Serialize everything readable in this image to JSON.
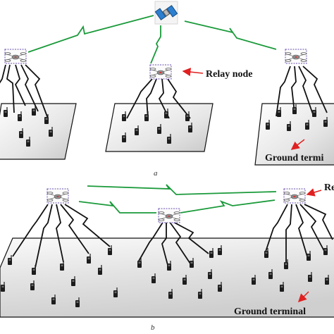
{
  "panel_a": {
    "caption": "a",
    "relay_label": "Relay node",
    "ground_label": "Ground termi"
  },
  "panel_b": {
    "caption": "b",
    "relay_label": "Re",
    "ground_label": "Ground terminal"
  },
  "colors": {
    "wireless_link": "#1a9a3a",
    "arrow": "#e02020",
    "drone_box": "#6a4fb0",
    "ground_fill": "#e8e8e8"
  },
  "icons": {
    "satellite": "satellite-icon",
    "drone": "drone-icon",
    "terminal": "ground-terminal-icon"
  }
}
